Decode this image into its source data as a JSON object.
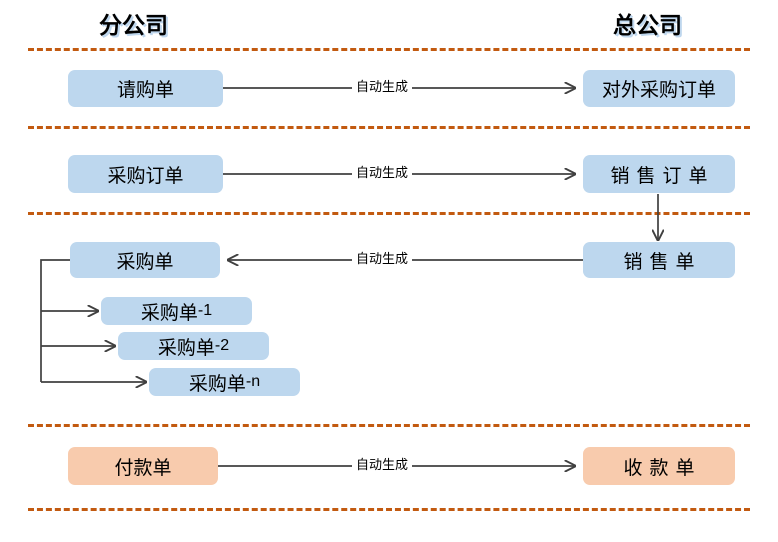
{
  "diagram": {
    "title_left": "分公司",
    "title_right": "总公司",
    "edge_label": "自动生成",
    "colors": {
      "box_blue": "#bdd7ee",
      "box_orange": "#f8cbad",
      "divider": "#C25A10",
      "connector": "#404040",
      "text": "#000000"
    },
    "rows": [
      {
        "name": "requisition-row",
        "left": "请购单",
        "right": "对外采购订单",
        "label": "自动生成",
        "direction": "left-to-right",
        "style": "blue"
      },
      {
        "name": "purchase-order-row",
        "left": "采购订单",
        "right": "销售订单",
        "label": "自动生成",
        "direction": "left-to-right",
        "style": "blue"
      },
      {
        "name": "purchase-receipt-row",
        "left": "采购单",
        "right": "销售单",
        "label": "自动生成",
        "direction": "right-to-left",
        "style": "blue"
      },
      {
        "name": "payment-row",
        "left": "付款单",
        "right": "收款单",
        "label": "自动生成",
        "direction": "left-to-right",
        "style": "orange"
      }
    ],
    "split_items": [
      {
        "name": "purchase-receipt-1",
        "label": "采购单",
        "suffix": "-1"
      },
      {
        "name": "purchase-receipt-2",
        "label": "采购单",
        "suffix": "-2"
      },
      {
        "name": "purchase-receipt-n",
        "label": "采购单",
        "suffix": "-n"
      }
    ]
  }
}
